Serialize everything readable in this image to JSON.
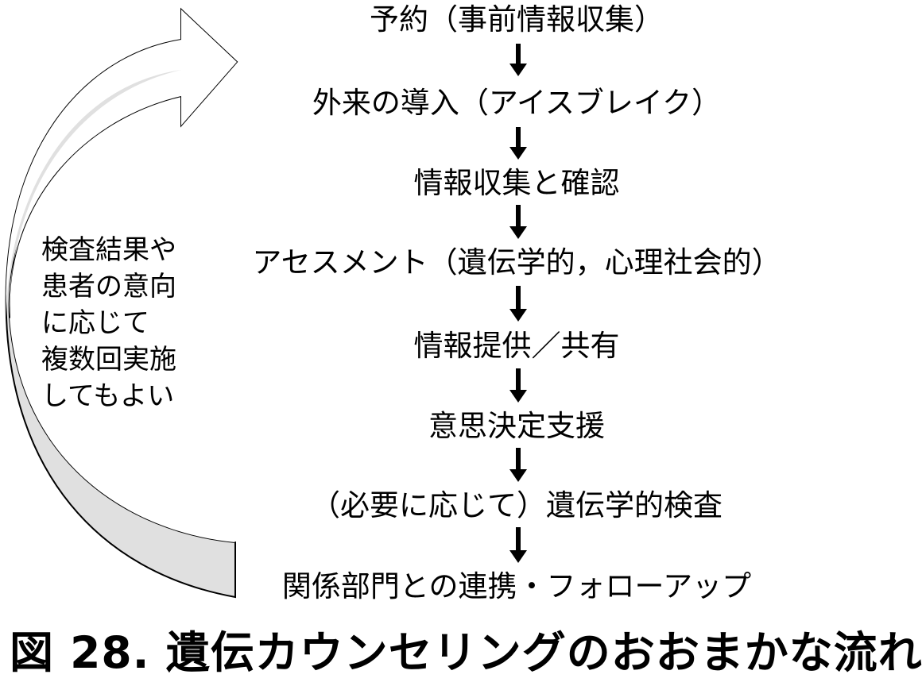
{
  "flow": {
    "steps": [
      "予約（事前情報収集）",
      "外来の導入（アイスブレイク）",
      "情報収集と確認",
      "アセスメント（遺伝学的，心理社会的）",
      "情報提供／共有",
      "意思決定支援",
      "（必要に応じて）遺伝学的検査",
      "関係部門との連携・フォローアップ"
    ]
  },
  "loop_note": {
    "lines": [
      "検査結果や",
      "患者の意向",
      "に応じて",
      "複数回実施",
      "してもよい"
    ]
  },
  "caption": "図 28.  遺伝カウンセリングのおおまかな流れ",
  "colors": {
    "text": "#000000",
    "arrow_fill": "#e0e0e0",
    "arrow_stroke": "#000000",
    "background": "#ffffff"
  }
}
